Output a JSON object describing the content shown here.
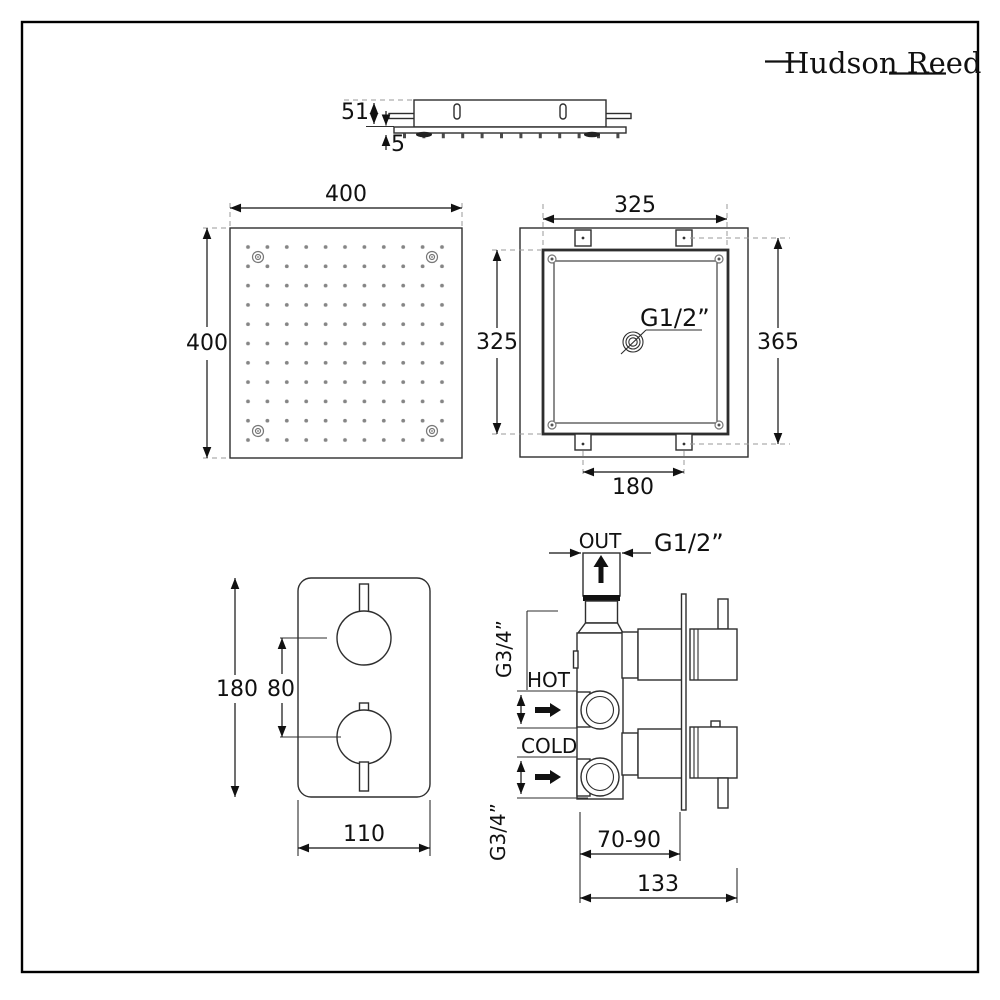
{
  "brand": {
    "name": "Hudson Reed"
  },
  "drawings": {
    "side_profile": {
      "height_mm": "51",
      "face_plate_mm": "5"
    },
    "head_front": {
      "width_mm": "400",
      "height_mm": "400"
    },
    "head_back": {
      "inner_width_mm": "325",
      "inner_height_mm": "325",
      "overall_height_mm": "365",
      "fixing_centres_mm": "180",
      "inlet_thread": "G1/2”"
    },
    "valve_plate": {
      "height_mm": "180",
      "handle_centres_mm": "80",
      "width_mm": "110"
    },
    "valve_profile": {
      "outlet_label": "OUT",
      "outlet_thread": "G1/2”",
      "hot_label": "HOT",
      "hot_thread": "G3/4”",
      "cold_label": "COLD",
      "cold_thread": "G3/4”",
      "recess_depth_mm": "70-90",
      "overall_depth_mm": "133"
    }
  }
}
